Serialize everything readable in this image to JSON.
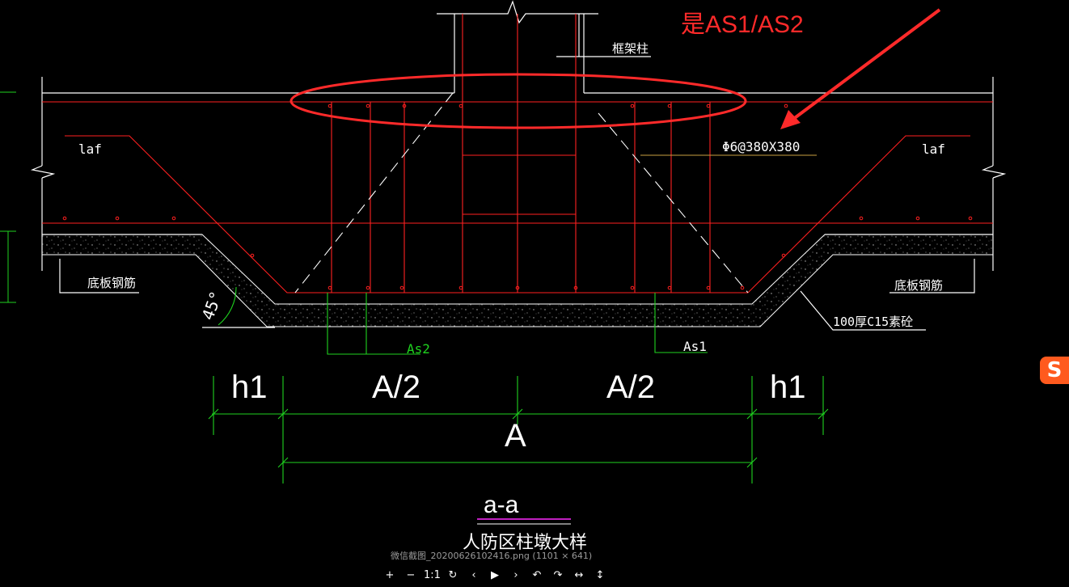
{
  "annotation": {
    "question": "是AS1/AS2",
    "color": "#ff2a2a"
  },
  "drawing": {
    "labels": {
      "frame_column": "框架柱",
      "rebar_spec": "Φ6@380X380",
      "laf_left": "laf",
      "laf_right": "laf",
      "bottom_rebar_left": "底板钢筋",
      "bottom_rebar_right": "底板钢筋",
      "angle": "45°",
      "as2": "As2",
      "as1": "As1",
      "concrete_pad": "100厚C15素砼",
      "dim_h1_left": "h1",
      "dim_a_half_left": "A/2",
      "dim_a_half_right": "A/2",
      "dim_h1_right": "h1",
      "dim_a": "A",
      "section_mark": "a-a",
      "section_title": "人防区柱墩大样"
    },
    "colors": {
      "rebar": "#ff2020",
      "outline": "#ffffff",
      "dimension": "#1fd21f",
      "leader": "#c8a040",
      "section_underline": "#c020c0"
    }
  },
  "viewer": {
    "caption": "微信截图_20200626102416.png (1101 × 641)",
    "buttons": [
      {
        "name": "zoom-in-button",
        "glyph": "+"
      },
      {
        "name": "zoom-out-button",
        "glyph": "−"
      },
      {
        "name": "actual-size-button",
        "glyph": "1:1"
      },
      {
        "name": "reset-button",
        "glyph": "↻"
      },
      {
        "name": "previous-button",
        "glyph": "‹"
      },
      {
        "name": "play-button",
        "glyph": "▶"
      },
      {
        "name": "next-button",
        "glyph": "›"
      },
      {
        "name": "rotate-left-button",
        "glyph": "↶"
      },
      {
        "name": "rotate-right-button",
        "glyph": "↷"
      },
      {
        "name": "flip-horizontal-button",
        "glyph": "↔"
      },
      {
        "name": "flip-vertical-button",
        "glyph": "↕"
      }
    ]
  },
  "tray": {
    "logo_glyph": "S",
    "logo_icon": "sogou-ime-icon"
  }
}
